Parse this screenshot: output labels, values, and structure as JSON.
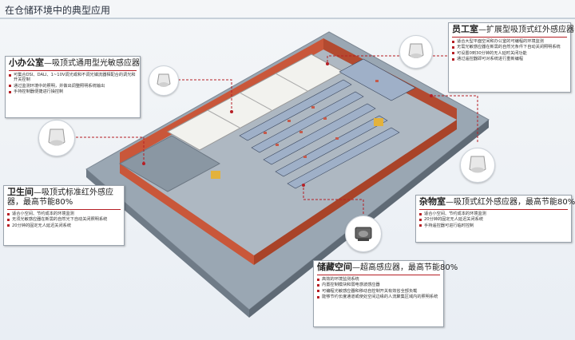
{
  "title": "在仓储环境中的典型应用",
  "colors": {
    "accent": "#b61f25",
    "wall": "#c9573a",
    "floor": "#8e9ba8"
  },
  "boxes": {
    "small_office": {
      "heading": "小办公室",
      "subtitle": "—吸顶式通用型光敏感应器",
      "items": [
        "可集合DSI、DALI、1~10V调光或和不调光镇流器相配合的调光和开关控制",
        "通过监测环境中的照明，并做出调整照明系统输出",
        "手持控制器便捷进行操控制"
      ]
    },
    "staff_room": {
      "heading": "员工室",
      "subtitle": "—扩展型吸顶式红外感应器",
      "items": [
        "适合大型平面空间和办公室的可编程的环境监测",
        "无需光敏感应器在新需的自然光条件下自动关闭照明系统",
        "可设置0到30分钟的无人延时关闭功能",
        "通过遥控器即可对系统进行重新编程"
      ]
    },
    "restroom": {
      "heading": "卫生间",
      "subtitle": "—吸顶式标准红外感应器，最高节能80%",
      "items": [
        "适合小空间、节约成本的环境监测",
        "无须光敏感应器在新需的自然光下自动关闭照明系统",
        "20分钟的固定无人延迟关闭系统"
      ]
    },
    "storage_room": {
      "heading": "杂物室",
      "subtitle": "—吸顶式红外感应器，最高节能80%",
      "items": [
        "适合小空间、节约成本的环境监测",
        "20分钟的固定无人延迟关闭系统",
        "手持遥控器可进行临时控制"
      ]
    },
    "storage_space": {
      "heading": "储藏空间",
      "subtitle": "—超高感应器，最高节能80%",
      "items": [
        "高效的环境监测系统",
        "内置控制模块和弱电感波感应器",
        "可编程光敏感应器和移动自控制开关有效省全部负载",
        "能够节约长度通道或使处空间边缘的人流聚集区域内的照明系统"
      ]
    }
  },
  "icons": {
    "small_office": "ceiling-sensor-icon",
    "staff_room": "ceiling-sensor-icon",
    "restroom": "ceiling-sensor-icon",
    "storage_room": "ceiling-sensor-icon",
    "storage_space": "high-bay-sensor-icon"
  }
}
